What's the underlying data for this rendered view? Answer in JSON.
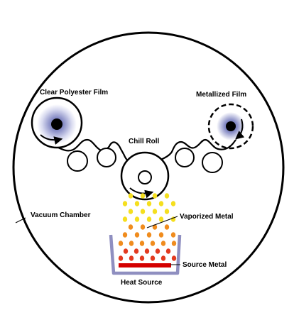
{
  "labels": {
    "clear_film": "Clear Polyester Film",
    "metallized_film": "Metallized Film",
    "chill_roll": "Chill Roll",
    "vacuum_chamber": "Vacuum Chamber",
    "vaporized_metal": "Vaporized Metal",
    "source_metal": "Source Metal",
    "heat_source": "Heat Source"
  },
  "icons": {
    "roll": "roll-icon",
    "idler": "idler-roller-icon",
    "crucible": "crucible-icon",
    "vapor": "vapor-particle-icon"
  },
  "colors": {
    "line": "#000000",
    "roll_blue": "#8a8fc7",
    "crucible_outline": "#8f8fc0",
    "source_metal": "#d40000",
    "vapor_red": "#e33a1f",
    "vapor_orange": "#f08c1e",
    "vapor_yellow": "#f5df1e"
  }
}
